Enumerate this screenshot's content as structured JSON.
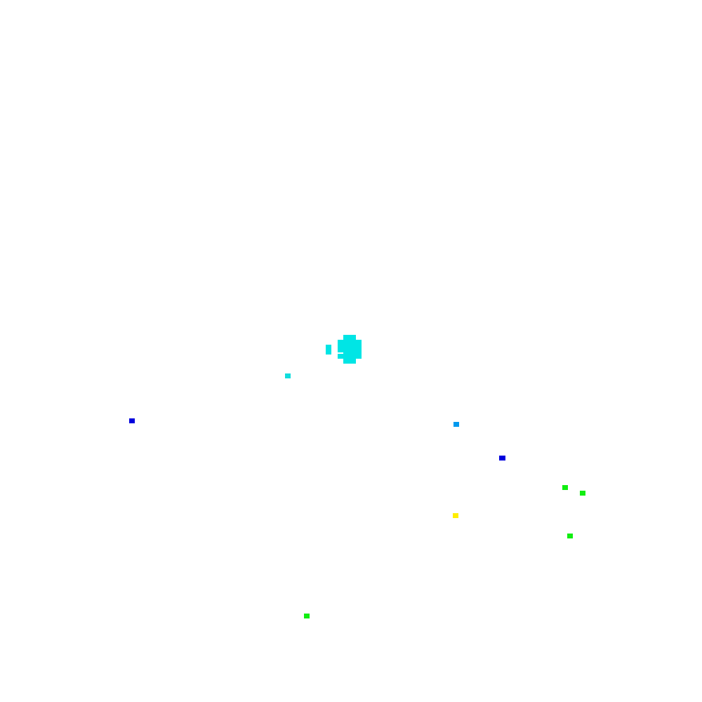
{
  "canvas": {
    "background": "#ffffff"
  },
  "palette": {
    "cyan": "#00e5e5",
    "sky_blue": "#0099ee",
    "blue": "#0000dd",
    "green": "#11ee11",
    "yellow": "#ffee00"
  },
  "marks": [
    {
      "id": "cluster-main",
      "color": "#00e5e5"
    },
    {
      "id": "fragment-left",
      "color": "#00e5e5"
    },
    {
      "id": "dot-cyan-small",
      "color": "#11dddd"
    },
    {
      "id": "dot-blue-left",
      "color": "#0000dd"
    },
    {
      "id": "dot-sky-blue",
      "color": "#0099ee"
    },
    {
      "id": "dot-blue-right",
      "color": "#0000dd"
    },
    {
      "id": "dot-green-1",
      "color": "#11ee11"
    },
    {
      "id": "dot-green-2",
      "color": "#11ee11"
    },
    {
      "id": "dot-yellow",
      "color": "#ffee00"
    },
    {
      "id": "dot-green-3",
      "color": "#11ee11"
    },
    {
      "id": "dot-green-4",
      "color": "#11ee11"
    }
  ]
}
